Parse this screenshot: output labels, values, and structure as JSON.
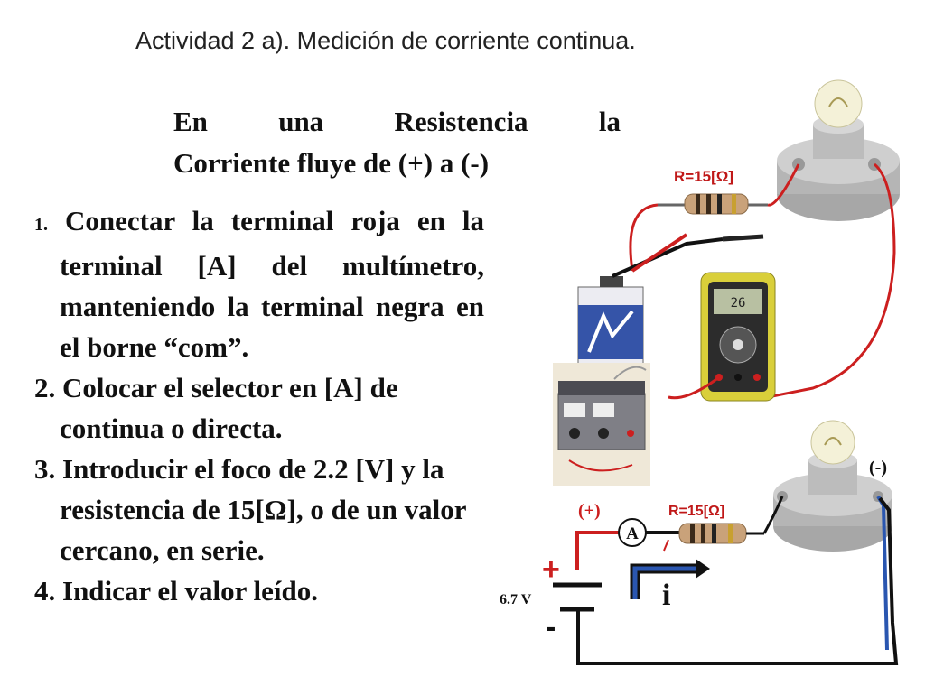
{
  "title": "Actividad 2 a).  Medición de corriente continua.",
  "subtitle": {
    "line1_words": [
      "En",
      "una",
      "Resistencia",
      "la"
    ],
    "line2": "Corriente fluye de (+) a (-)"
  },
  "steps": [
    {
      "num": "1.",
      "text": " Conectar la terminal roja en la terminal [A] del multímetro, manteniendo la terminal negra en el borne “com”."
    },
    {
      "num": "2.",
      "text": " Colocar el selector en [A] de continua o directa."
    },
    {
      "num": "3.",
      "text": " Introducir el foco de 2.2 [V] y la resistencia de 15[Ω], o de un valor cercano, en serie."
    },
    {
      "num": "4.",
      "text": " Indicar el valor leído."
    }
  ],
  "diagram": {
    "resistor_label_top": "R=15[Ω]",
    "resistor_label_bottom": "R=15[Ω]",
    "multimeter_display": "26",
    "plus_label": "(+)",
    "minus_label": "(-)",
    "ammeter_label": "A",
    "current_label": "i",
    "voltage_label": "6.7 V",
    "battery_plus": "+",
    "battery_minus": "-"
  },
  "colors": {
    "text": "#111111",
    "circuit_red": "#cc1f1f",
    "wire_black": "#111111",
    "wire_blue": "#2a56b0"
  }
}
